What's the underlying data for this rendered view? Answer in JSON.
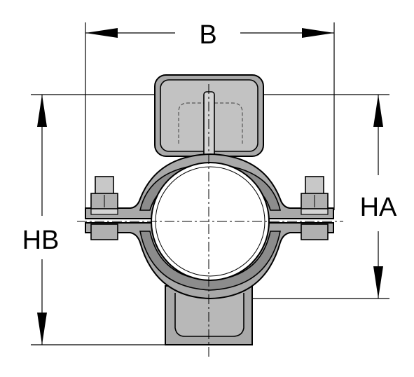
{
  "diagram": {
    "labels": {
      "width": "B",
      "height_axis": "HA",
      "height_base": "HB"
    },
    "colors": {
      "line": "#000000",
      "metal_fill": "#a9a9a9",
      "metal_light": "#c8c8c8",
      "liner_fill": "#8c8c8c",
      "pipe_fill": "#ffffff",
      "background": "#ffffff"
    }
  }
}
